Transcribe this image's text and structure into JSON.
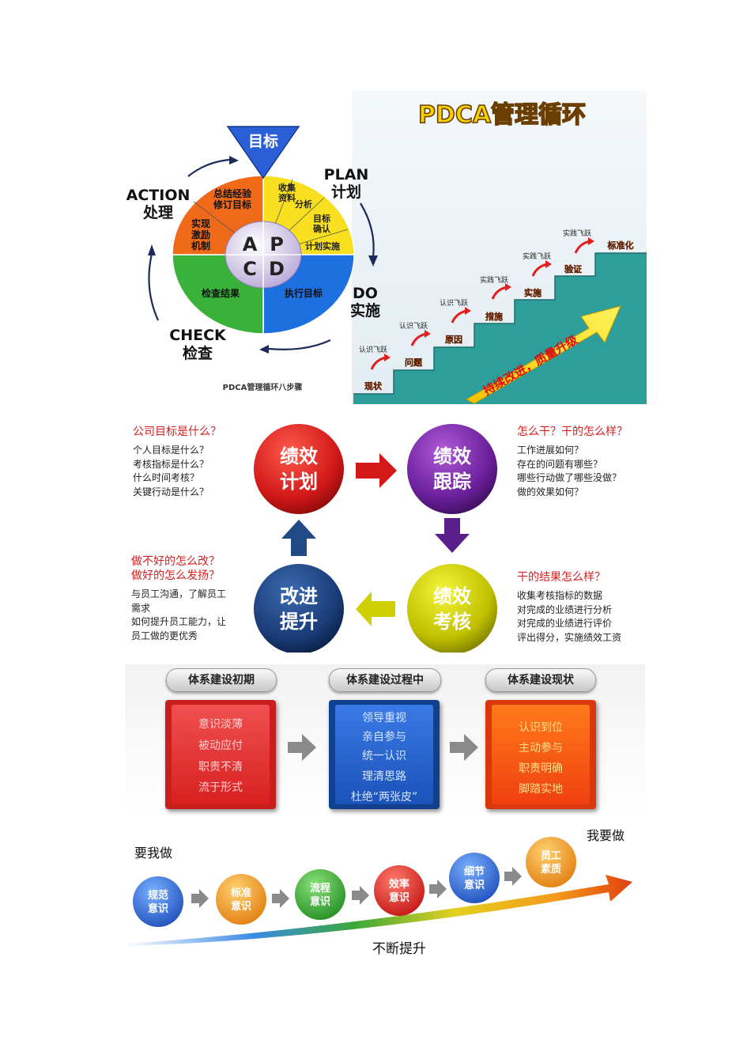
{
  "pdca": {
    "title": "PDCA管理循环",
    "goal": "目标",
    "plan": "PLAN",
    "plan_cn": "计划",
    "do": "DO",
    "do_cn": "实施",
    "check": "CHECK",
    "check_cn": "检查",
    "action": "ACTION",
    "action_cn": "处理",
    "letters": [
      "A",
      "P",
      "C",
      "D"
    ],
    "segments": {
      "collect": [
        "收集",
        "资料"
      ],
      "analyze": "分析",
      "confirm": [
        "目标",
        "确认"
      ],
      "implement_plan": "计划实施",
      "exec_goal": "执行目标",
      "check_result": "检查结果",
      "motivate": [
        "实现",
        "激励",
        "机制"
      ],
      "summarize": [
        "总结经验",
        "修订目标"
      ]
    },
    "caption": "PDCA管理循环八步骤",
    "stairs": {
      "steps": [
        "现状",
        "问题",
        "原因",
        "措施",
        "实施",
        "验证",
        "标准化"
      ],
      "leaps": [
        "认识飞跃",
        "认识飞跃",
        "认识飞跃",
        "实践飞跃",
        "实践飞跃",
        "实践飞跃"
      ],
      "arrow_text": "持续改进，质量升级"
    }
  },
  "cycle": {
    "plan": [
      "绩效",
      "计划"
    ],
    "track": [
      "绩效",
      "跟踪"
    ],
    "assess": [
      "绩效",
      "考核"
    ],
    "improve": [
      "改进",
      "提升"
    ],
    "top_left": {
      "title": "公司目标是什么？",
      "lines": [
        "个人目标是什么？",
        "考核指标是什么？",
        "什么时间考核？",
        "关键行动是什么？"
      ]
    },
    "top_right": {
      "title": "怎么干？干的怎么样？",
      "lines": [
        "工作进展如何？",
        "存在的问题有哪些？",
        "哪些行动做了哪些没做？",
        "做的效果如何？"
      ]
    },
    "bottom_left": {
      "titles": [
        "做不好的怎么改？",
        "做好的怎么发扬？"
      ],
      "lines": [
        "与员工沟通，了解员工",
        "需求",
        "如何提升员工能力，让",
        "员工做的更优秀"
      ]
    },
    "bottom_right": {
      "title": "干的结果怎么样？",
      "lines": [
        "收集考核指标的数据",
        "对完成的业绩进行分析",
        "对完成的业绩进行评价",
        "评出得分，实施绩效工资"
      ]
    }
  },
  "system": {
    "stages": [
      {
        "title": "体系建设初期",
        "items": [
          "意识淡薄",
          "被动应付",
          "职责不清",
          "流于形式"
        ],
        "color": "#e02a2a"
      },
      {
        "title": "体系建设过程中",
        "items": [
          "领导重视",
          "亲自参与",
          "统一认识",
          "理清思路",
          "杜绝“两张皮”"
        ],
        "color": "#1a56c8"
      },
      {
        "title": "体系建设现状",
        "items": [
          "认识到位",
          "主动参与",
          "职责明确",
          "脚踏实地"
        ],
        "color": "#f04a10"
      }
    ]
  },
  "progress": {
    "start": "要我做",
    "end": "我要做",
    "bottom": "不断提升",
    "nodes": [
      {
        "lines": [
          "规范",
          "意识"
        ],
        "color": "#2f6fd8"
      },
      {
        "lines": [
          "标准",
          "意识"
        ],
        "color": "#f39a1a"
      },
      {
        "lines": [
          "流程",
          "意识"
        ],
        "color": "#3aa83a"
      },
      {
        "lines": [
          "效率",
          "意识"
        ],
        "color": "#e02424"
      },
      {
        "lines": [
          "细节",
          "意识"
        ],
        "color": "#2f6fd8"
      },
      {
        "lines": [
          "员工",
          "素质"
        ],
        "color": "#f39a1a"
      }
    ]
  }
}
